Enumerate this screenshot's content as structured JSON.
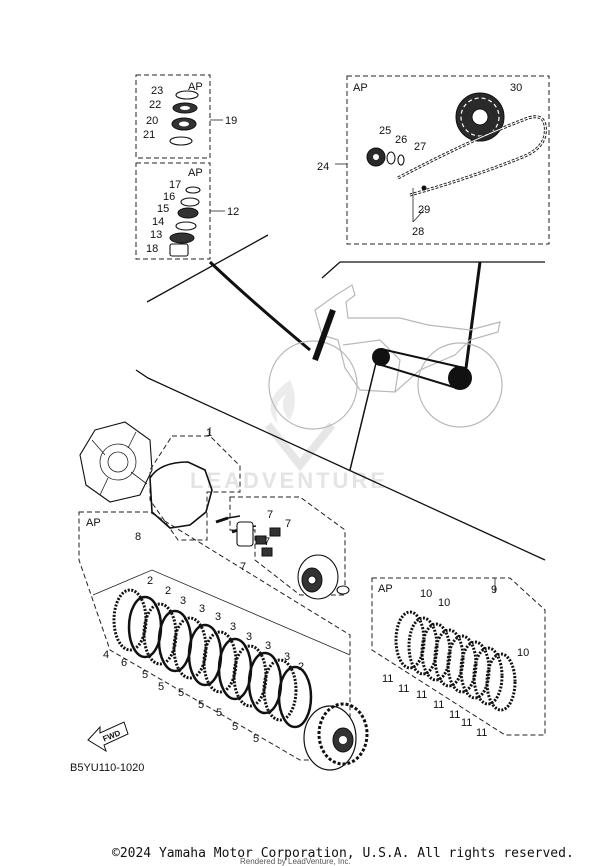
{
  "diagram": {
    "code": "B5YU110-1020",
    "copyright": "©2024 Yamaha Motor Corporation, U.S.A. All rights reserved.",
    "rendered_by": "Rendered by LeadVenture, Inc.",
    "watermark": "LEADVENTURE",
    "fwd_label": "FWD",
    "ap_label": "AP",
    "callouts": {
      "p1": "1",
      "p2a": "2",
      "p2b": "2",
      "p2c": "2",
      "p3a": "3",
      "p3b": "3",
      "p3c": "3",
      "p3d": "3",
      "p3e": "3",
      "p3f": "3",
      "p3g": "3",
      "p4": "4",
      "p5a": "5",
      "p5b": "5",
      "p5c": "5",
      "p5d": "5",
      "p5e": "5",
      "p5f": "5",
      "p5g": "5",
      "p6": "6",
      "p7a": "7",
      "p7b": "7",
      "p7c": "7",
      "p7d": "7",
      "p8": "8",
      "p9": "9",
      "p10a": "10",
      "p10b": "10",
      "p10c": "10",
      "p11a": "11",
      "p11b": "11",
      "p11c": "11",
      "p11d": "11",
      "p11e": "11",
      "p11f": "11",
      "p11g": "11",
      "p12": "12",
      "p13": "13",
      "p14": "14",
      "p15": "15",
      "p16": "16",
      "p17": "17",
      "p18": "18",
      "p19": "19",
      "p20": "20",
      "p21": "21",
      "p22": "22",
      "p23": "23",
      "p24": "24",
      "p25": "25",
      "p26": "26",
      "p27": "27",
      "p28": "28",
      "p29": "29",
      "p30": "30"
    }
  }
}
